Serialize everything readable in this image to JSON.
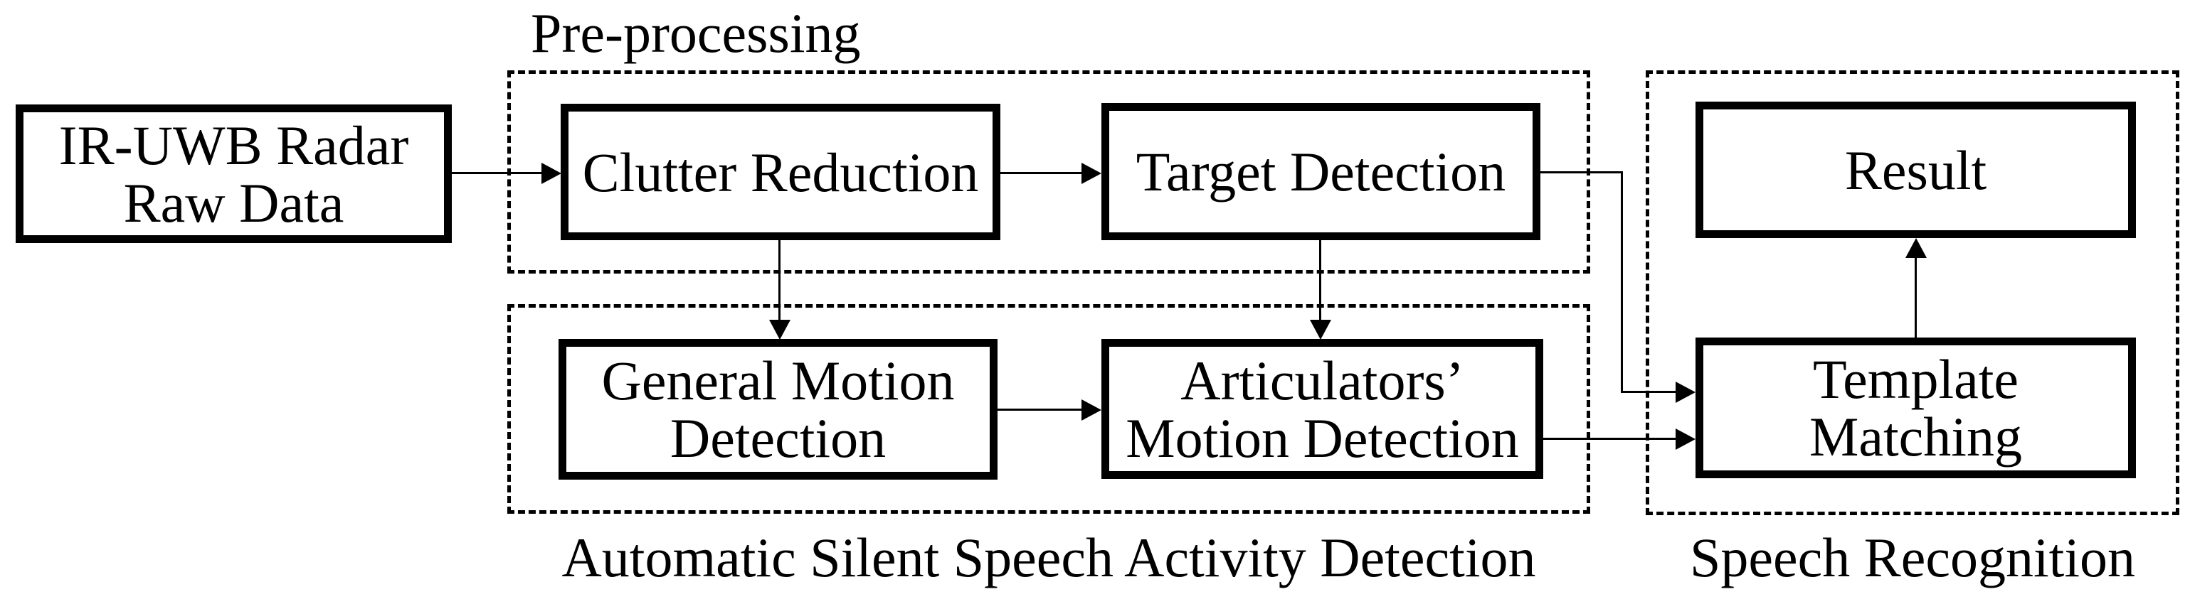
{
  "figure": {
    "groups": {
      "preprocessing": {
        "label": "Pre-processing"
      },
      "assad": {
        "label": "Automatic Silent Speech Activity Detection"
      },
      "speech_recognition": {
        "label": "Speech Recognition"
      }
    },
    "nodes": {
      "ir_uwb": {
        "lines": [
          "IR-UWB Radar",
          "Raw Data"
        ]
      },
      "clutter": {
        "lines": [
          "Clutter Reduction"
        ]
      },
      "target": {
        "lines": [
          "Target Detection"
        ]
      },
      "general_motion": {
        "lines": [
          "General Motion",
          "Detection"
        ]
      },
      "articulators": {
        "lines": [
          "Articulators’",
          "Motion Detection"
        ]
      },
      "result": {
        "lines": [
          "Result"
        ]
      },
      "template_matching": {
        "lines": [
          "Template",
          "Matching"
        ]
      }
    },
    "colors": {
      "ink": "#000000",
      "background": "#ffffff"
    }
  }
}
